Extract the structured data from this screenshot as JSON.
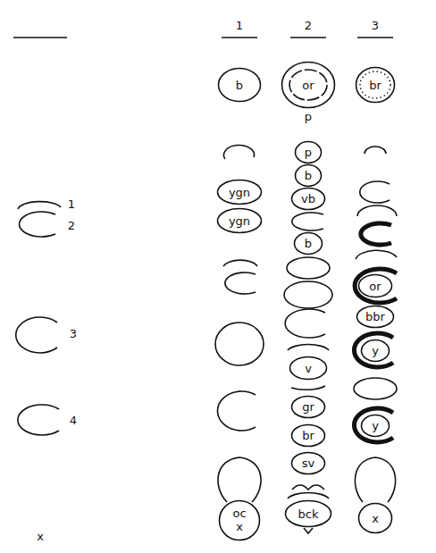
{
  "diagram": {
    "nodes": [
      {
        "text": [
          "b"
        ]
      },
      {
        "text": [
          "ygn"
        ]
      },
      {
        "text": [
          "ygn"
        ]
      },
      {
        "text": [
          "oc",
          "x"
        ]
      },
      {
        "text": [
          "or",
          "p"
        ]
      },
      {
        "text": [
          "p"
        ]
      },
      {
        "text": [
          "b"
        ]
      },
      {
        "text": [
          "vb"
        ]
      },
      {
        "text": [
          "b"
        ]
      },
      {
        "text": [
          "v"
        ]
      },
      {
        "text": [
          "gr"
        ]
      },
      {
        "text": [
          "br"
        ]
      },
      {
        "text": [
          "sv"
        ]
      },
      {
        "text": [
          "bck"
        ]
      },
      {
        "text": [
          "br"
        ]
      },
      {
        "text": [
          "or"
        ]
      },
      {
        "text": [
          "bbr"
        ]
      },
      {
        "text": [
          "y"
        ]
      },
      {
        "text": [
          "y"
        ]
      },
      {
        "text": [
          "x"
        ]
      }
    ],
    "labels": [
      "1",
      "2",
      "3",
      "1",
      "2",
      "3",
      "4",
      "x"
    ]
  }
}
